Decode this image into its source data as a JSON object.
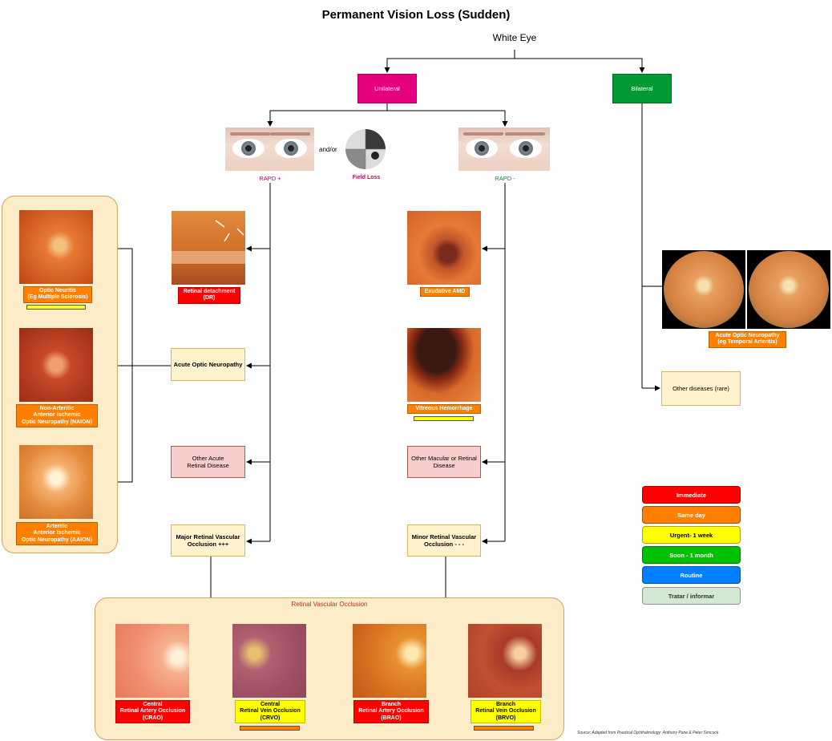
{
  "title": "Permanent Vision Loss (Sudden)",
  "subtitle": "White Eye",
  "branches": {
    "unilateral": "Unilateral",
    "bilateral": "Bilateral"
  },
  "rapd": {
    "positive": "RAPD +",
    "negative": "RAPD -",
    "andor": "and/or",
    "field_loss": "Field Loss"
  },
  "left_group": {
    "optic_neuritis": "Optic Neuritis\n(Eg Multiple Sclerosis)",
    "naion": "Non-Arteritic\nAnterior Ischemic\nOptic Neuropathy (NAION)",
    "aaion": "Arteritic\nAnterior Ischemic\nOptic Neuropathy (AAION)"
  },
  "rapd_pos_nodes": {
    "retinal_detachment": "Retinal detachment\n(DR)",
    "acute_optic_neuropathy": "Acute Optic Neuropathy",
    "other_acute_retinal": "Other Acute\nRetinal Disease",
    "major_rvo": "Major Retinal Vascular\nOcclusion +++"
  },
  "rapd_neg_nodes": {
    "exudative_amd": "Exudative AMD",
    "vitreous_hemorrhage": "Vitreous Hemorrhage",
    "other_macular": "Other Macular or Retinal\nDisease",
    "minor_rvo": "Minor Retinal Vascular\nOcclusion - - -"
  },
  "bilateral_nodes": {
    "acute_optic_neuropathy": "Acute Optic Neuropathy\n(eg  Temporal Arteritis)",
    "other_diseases": "Other diseases (rare)"
  },
  "rvo_group": {
    "title": "Retinal Vascular Occlusion",
    "crao": "Central\nRetinal Artery Occlusion\n(CRAO)",
    "crvo": "Central\nRetinal Vein Occlusion\n(CRVO)",
    "brao": "Branch\nRetinal Artery Occlusion\n(BRAO)",
    "brvo": "Branch\nRetinal Vein Occlusion\n(BRVO)"
  },
  "legend": [
    {
      "label": "Immediate",
      "color": "#ff0000",
      "text_color": "#ffffff"
    },
    {
      "label": "Same day",
      "color": "#ff8000",
      "text_color": "#ffffff"
    },
    {
      "label": "Urgent- 1 week",
      "color": "#ffff00",
      "text_color": "#000000"
    },
    {
      "label": "Soon - 1 month",
      "color": "#00c000",
      "text_color": "#ffffff"
    },
    {
      "label": "Routine",
      "color": "#0080ff",
      "text_color": "#ffffff"
    },
    {
      "label": "Tratar / informar",
      "color": "#d5e8d4",
      "text_color": "#333333"
    }
  ],
  "colors": {
    "unilateral": "#e6007e",
    "bilateral": "#009933",
    "immediate": "#ff0000",
    "same_day": "#ff8000",
    "urgent": "#ffff00",
    "node_fill": "#fff2cc",
    "node_pink": "#f8cecc",
    "group_fill": "#fdecc8"
  },
  "source": "Source: Adapted from Practical Ophthalmology: Anthony Pane & Peter Simcock"
}
